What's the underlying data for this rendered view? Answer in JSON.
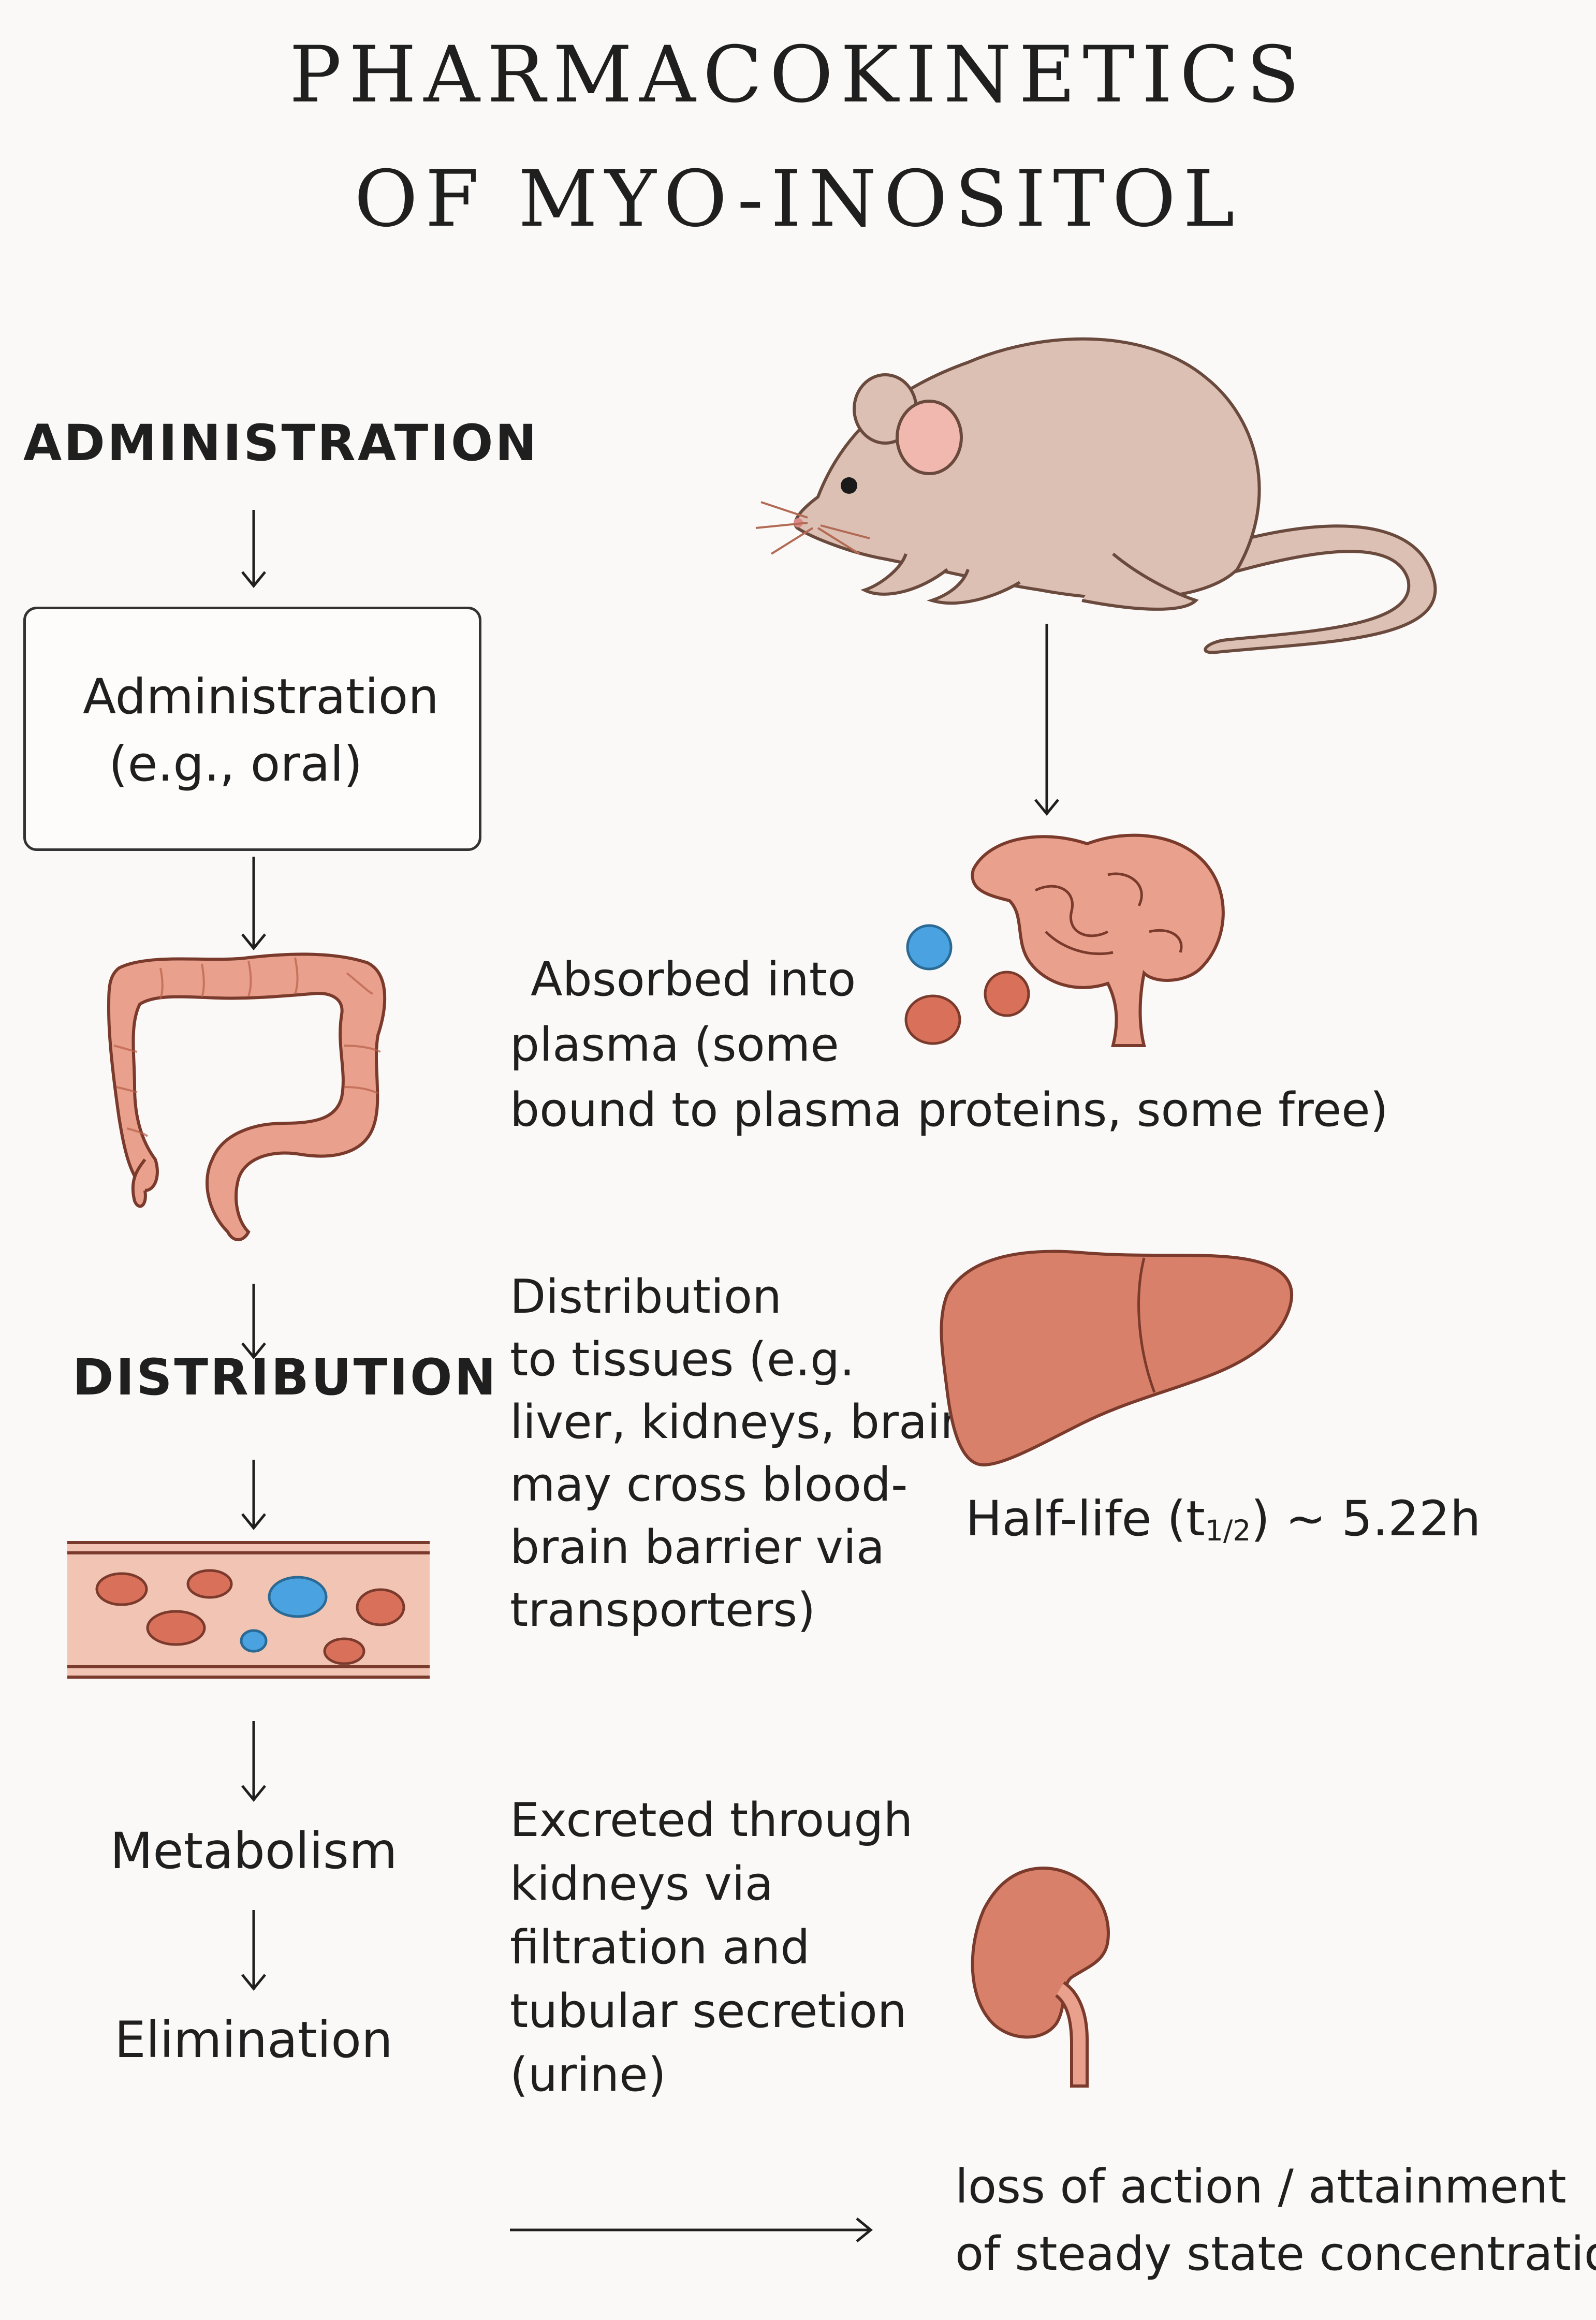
{
  "title": {
    "line1": "PHARMACOKINETICS",
    "line2": "OF MYO-INOSITOL"
  },
  "left_column": {
    "administration_heading": "ADMINISTRATION",
    "administration_box": {
      "line1": "Administration",
      "line2": "(e.g., oral)"
    },
    "distribution_heading": "DISTRIBUTION",
    "metabolism_label": "Metabolism",
    "elimination_label": "Elimination"
  },
  "absorption_text": {
    "line1": "Absorbed into",
    "line2": "plasma (some",
    "line3": "bound to plasma proteins, some free)"
  },
  "distribution_text": {
    "line1": "Distribution",
    "line2": "to tissues (e.g.",
    "line3": "liver, kidneys, brain;",
    "line4": "may cross blood-",
    "line5": "brain barrier via",
    "line6": "transporters)"
  },
  "half_life": {
    "label": "Half-life (t",
    "subscript": "1/2",
    "suffix": ") ~ 5.22h"
  },
  "excretion_text": {
    "line1": "Excreted through",
    "line2": "kidneys via",
    "line3": "filtration and",
    "line4": "tubular secretion",
    "line5": "(urine)"
  },
  "outcome_text": {
    "line1": "loss of action / attainment",
    "line2": "of steady state concentration"
  },
  "icons": [
    "mouse-icon",
    "intestine-icon",
    "brain-icon",
    "liver-icon",
    "blood-vessel-icon",
    "kidney-icon"
  ],
  "colors": {
    "organ_fill": "#e9a08c",
    "organ_stroke": "#7a3a2c",
    "liver_fill": "#d9806a",
    "mouse_fill": "#dcc0b4",
    "mouse_ear": "#f0b8ae",
    "red_cell": "#d9705a",
    "blue_cell": "#4aa3e0",
    "vessel_fill": "#f2c4b4"
  }
}
